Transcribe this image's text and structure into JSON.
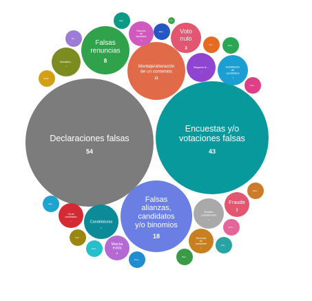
{
  "chart_data": {
    "type": "bubble",
    "title": "",
    "bubbles": [
      {
        "label": "Declaraciones falsas",
        "value": 54,
        "color": "#7c7c7c"
      },
      {
        "label": "Encuestas y/o votaciones falsas",
        "value": 43,
        "color": "#07999b"
      },
      {
        "label": "Falsas alianzas, candidatos y/o binomios",
        "value": 18,
        "color": "#6b7ee3"
      },
      {
        "label": "Montaje/alteración de un contenido",
        "value": 11,
        "color": "#e16a49"
      },
      {
        "label": "Falsas renuncias",
        "value": 8,
        "color": "#2fa24b"
      },
      {
        "label": "Voto nulo",
        "value": 3,
        "color": "#e2566f"
      },
      {
        "label": "Fraude",
        "value": 2,
        "color": "#e2566f"
      },
      {
        "label": "Marcha evista",
        "value": 2,
        "color": "#b56ad3"
      },
      {
        "label": "Candidaturas",
        "value": "",
        "color": "#0c8a98"
      },
      {
        "label": "Debate presidencial",
        "value": "",
        "color": "#a9a9a9"
      },
      {
        "label": "Renuncia de presidente",
        "value": "",
        "color": "#c77f1f"
      },
      {
        "label": "Habilitación de candidatos",
        "value": "",
        "color": "#1b9fd2"
      },
      {
        "label": "Elección de diputados",
        "value": "",
        "color": "#cf59bd"
      },
      {
        "label": "Cit de candidatos",
        "value": "",
        "color": "#d42a35"
      },
      {
        "label": "Bloqueos te...",
        "value": "",
        "color": "#8f45cf"
      },
      {
        "label": "Mandatos...",
        "value": "",
        "color": "#7d8c20"
      },
      {
        "label": "Elec...",
        "value": "",
        "color": "#2557c4"
      },
      {
        "label": "Elig...",
        "value": "",
        "color": "#0b9a86"
      },
      {
        "label": "Cor...",
        "value": "",
        "color": "#e46b1f"
      },
      {
        "label": "Eva...",
        "value": "",
        "color": "#2aa655"
      },
      {
        "label": "Inte...",
        "value": "",
        "color": "#de4088"
      },
      {
        "label": "Dista...",
        "value": "",
        "color": "#d2a016"
      },
      {
        "label": "Esta...",
        "value": "",
        "color": "#cc7b28"
      },
      {
        "label": "Foro...",
        "value": "",
        "color": "#e46599"
      },
      {
        "label": "Proy...",
        "value": "",
        "color": "#1f8dd0"
      },
      {
        "label": "Hab...",
        "value": "",
        "color": "#25c0c9"
      },
      {
        "label": "Fall...",
        "value": "",
        "color": "#9a8610"
      },
      {
        "label": "Part...",
        "value": "",
        "color": "#3b9a45"
      },
      {
        "label": "Ent...",
        "value": "",
        "color": "#2aa3a3"
      },
      {
        "label": "Vio...",
        "value": "",
        "color": "#9d7bd7"
      },
      {
        "label": "Alia...",
        "value": "",
        "color": "#1fa3cf"
      },
      {
        "label": "Pub...",
        "value": "",
        "color": "#46a04d"
      }
    ]
  }
}
